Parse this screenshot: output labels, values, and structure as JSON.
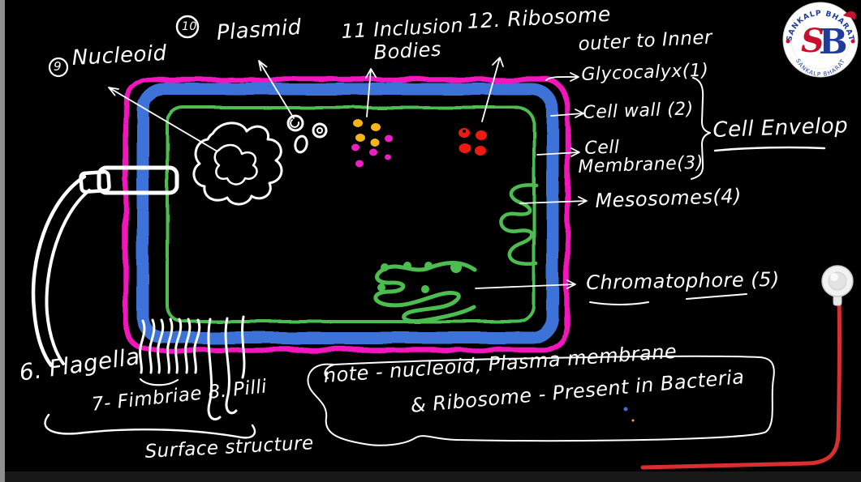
{
  "colors": {
    "background": "#000000",
    "ink-white": "#ffffff",
    "glycocalyx-pink": "#f316bd",
    "cell-wall-blue": "#3d72d8",
    "membrane-green": "#4cbe4f",
    "inclusion-yellow": "#f3b517",
    "inclusion-magenta": "#eb1fc3",
    "ribosome-red": "#ee1a12",
    "cable-red": "#d92f2f",
    "logo-red": "#c8102e",
    "logo-blue": "#1f3c9c"
  },
  "diagram": {
    "nucleoid": {
      "number": "9",
      "label": "Nucleoid"
    },
    "plasmid": {
      "number": "10",
      "label": "Plasmid"
    },
    "inclusion_bodies": {
      "line1": "11 Inclusion",
      "line2": "Bodies"
    },
    "ribosome": {
      "label": "12. Ribosome"
    },
    "envelope_heading": "outer to Inner",
    "glycocalyx": "Glycocalyx(1)",
    "cell_wall": "Cell wall (2)",
    "cell_membrane_line1": "Cell",
    "cell_membrane_line2": "Membrane(3)",
    "cell_envelope": "Cell Envelop",
    "mesosomes": "Mesosomes(4)",
    "chromatophore": "Chromatophore (5)",
    "flagella": "6. Flagella",
    "fimbriae_pilli": "7- Fimbriae 8. Pilli",
    "surface_structure": "Surface structure"
  },
  "note": {
    "line1": "note - nucleoid, Plasma membrane",
    "line2": "& Ribosome - Present in Bacteria"
  },
  "logo": {
    "arc_top": "SANKALP BHARAT",
    "arc_bottom": "SANKALP BHARAT",
    "monogram_s": "S",
    "monogram_b": "B"
  }
}
